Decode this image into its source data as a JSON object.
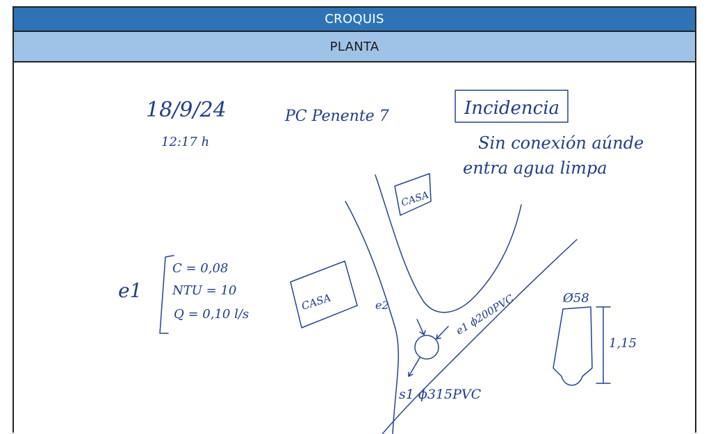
{
  "header": {
    "title": "CROQUIS",
    "subtitle": "PLANTA"
  },
  "sketch": {
    "date": "18/9/24",
    "time": "12:17 h",
    "location": "PC Penente 7",
    "incident_label": "Incidencia",
    "note_line1": "Sin conexión aúnde",
    "note_line2": "entra agua limpa",
    "house_top": "CASA",
    "house_left": "CASA",
    "point_label": "e1",
    "param_c": "C = 0,08",
    "param_ntu": "NTU = 10",
    "param_q": "Q = 0,10 l/s",
    "inlet_e2": "e2",
    "inlet_e1": "e1 ϕ200PVC",
    "outlet_s1": "s1 ϕ315PVC",
    "section_diam": "Ø58",
    "section_depth": "1,15",
    "ink_color": "#24409a"
  }
}
